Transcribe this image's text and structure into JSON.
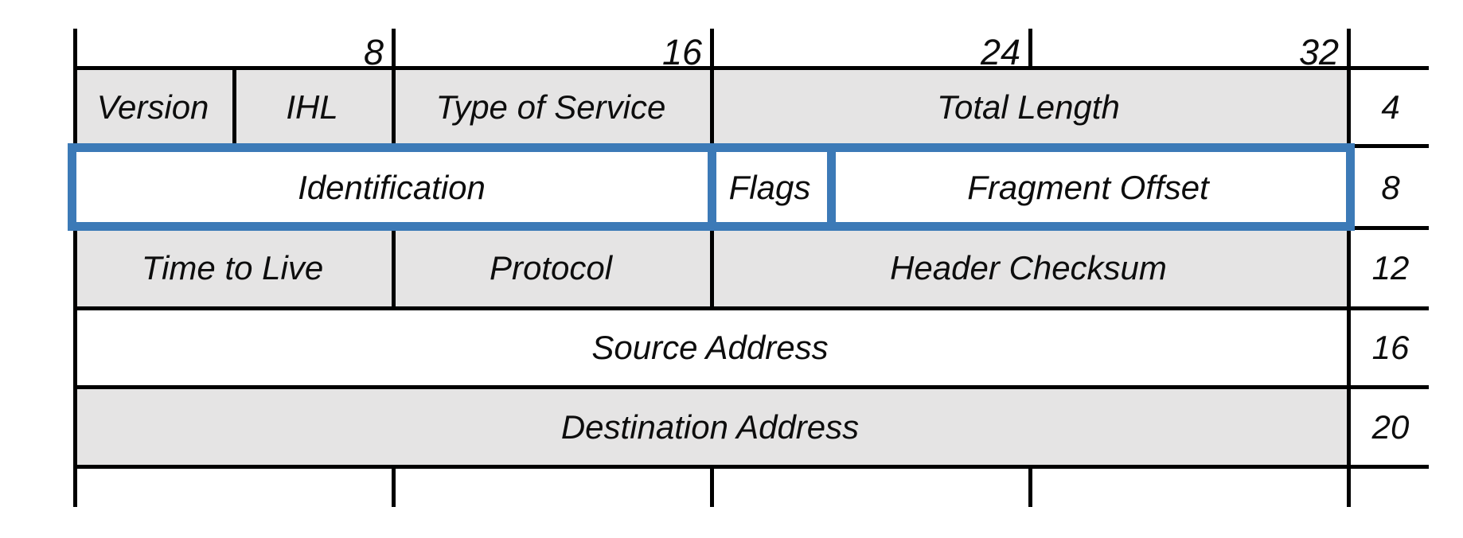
{
  "diagram": {
    "colors": {
      "highlight_blue": "#3C7AB7",
      "row_fill_gray": "#E5E4E4",
      "row_fill_white": "#FFFFFF",
      "line_black": "#000000",
      "text": "#0D0D0D"
    },
    "bit_ruler": {
      "bits_per_row": 32,
      "tick_labels": [
        {
          "label": "8",
          "bit": 8
        },
        {
          "label": "16",
          "bit": 16
        },
        {
          "label": "24",
          "bit": 24
        },
        {
          "label": "32",
          "bit": 32
        }
      ]
    },
    "rows": [
      {
        "byte_offset": "4",
        "fill": "gray",
        "highlighted": false,
        "fields": [
          {
            "label": "Version",
            "bits": 4
          },
          {
            "label": "IHL",
            "bits": 4
          },
          {
            "label": "Type of Service",
            "bits": 8
          },
          {
            "label": "Total Length",
            "bits": 16
          }
        ]
      },
      {
        "byte_offset": "8",
        "fill": "white",
        "highlighted": true,
        "fields": [
          {
            "label": "Identification",
            "bits": 16
          },
          {
            "label": "Flags",
            "bits": 3
          },
          {
            "label": "Fragment Offset",
            "bits": 13
          }
        ]
      },
      {
        "byte_offset": "12",
        "fill": "gray",
        "highlighted": false,
        "fields": [
          {
            "label": "Time to Live",
            "bits": 8
          },
          {
            "label": "Protocol",
            "bits": 8
          },
          {
            "label": "Header Checksum",
            "bits": 16
          }
        ]
      },
      {
        "byte_offset": "16",
        "fill": "white",
        "highlighted": false,
        "fields": [
          {
            "label": "Source Address",
            "bits": 32
          }
        ]
      },
      {
        "byte_offset": "20",
        "fill": "gray",
        "highlighted": false,
        "fields": [
          {
            "label": "Destination Address",
            "bits": 32
          }
        ]
      }
    ],
    "trailing_row_tick_bits": [
      8,
      16,
      24
    ]
  }
}
